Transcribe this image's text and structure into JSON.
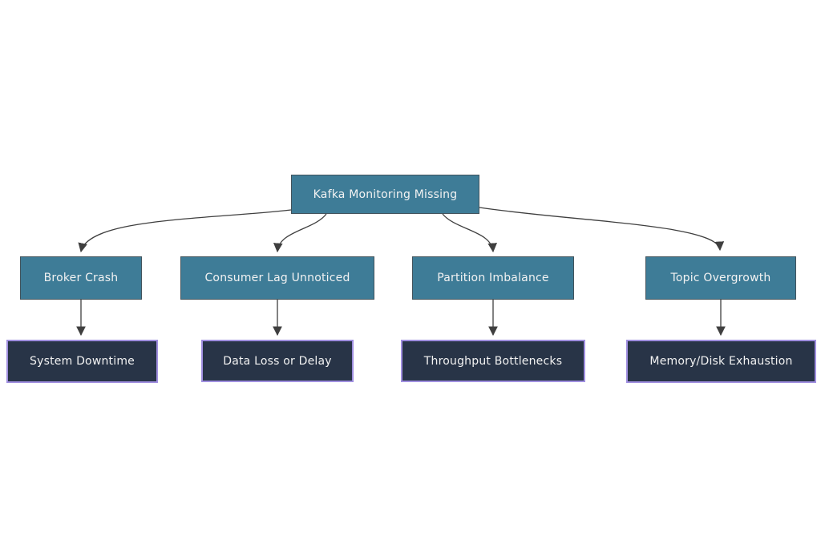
{
  "diagram": {
    "type": "tree-flowchart",
    "nodes": {
      "root": {
        "id": "root",
        "label": "Kafka Monitoring Missing",
        "level": 1
      },
      "cause1": {
        "id": "cause1",
        "label": "Broker Crash",
        "level": 2
      },
      "cause2": {
        "id": "cause2",
        "label": "Consumer Lag Unnoticed",
        "level": 2
      },
      "cause3": {
        "id": "cause3",
        "label": "Partition Imbalance",
        "level": 2
      },
      "cause4": {
        "id": "cause4",
        "label": "Topic Overgrowth",
        "level": 2
      },
      "effect1": {
        "id": "effect1",
        "label": "System Downtime",
        "level": 3
      },
      "effect2": {
        "id": "effect2",
        "label": "Data Loss or Delay",
        "level": 3
      },
      "effect3": {
        "id": "effect3",
        "label": "Throughput Bottlenecks",
        "level": 3
      },
      "effect4": {
        "id": "effect4",
        "label": "Memory/Disk Exhaustion",
        "level": 3
      }
    },
    "edges": [
      {
        "from": "root",
        "to": "cause1"
      },
      {
        "from": "root",
        "to": "cause2"
      },
      {
        "from": "root",
        "to": "cause3"
      },
      {
        "from": "root",
        "to": "cause4"
      },
      {
        "from": "cause1",
        "to": "effect1"
      },
      {
        "from": "cause2",
        "to": "effect2"
      },
      {
        "from": "cause3",
        "to": "effect3"
      },
      {
        "from": "cause4",
        "to": "effect4"
      }
    ],
    "colors": {
      "level1_fill": "#3e7c97",
      "level1_border": "#42535c",
      "level2_fill": "#283447",
      "level2_border": "#a08fe0",
      "edge": "#3f3f3f",
      "node_text": "#f2f2f2",
      "canvas_bg": "#ffffff"
    }
  }
}
